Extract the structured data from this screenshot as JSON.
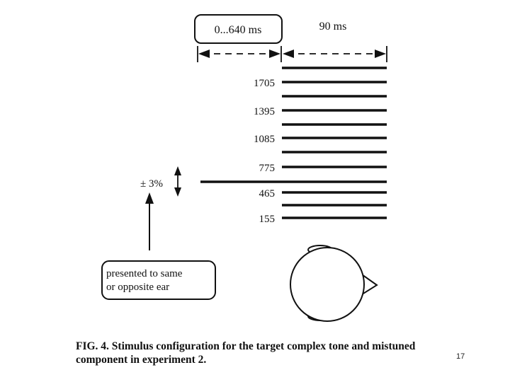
{
  "diagram": {
    "onset_range_label": "0...640 ms",
    "duration_label": "90 ms",
    "mistuning_label": "± 3%",
    "presentation_box_lines": [
      "presented to same",
      "or opposite ear"
    ],
    "harmonic_labels": [
      "1705",
      "1395",
      "1085",
      "775",
      "465",
      "155"
    ]
  },
  "caption": {
    "text": "FIG. 4. Stimulus configuration for the target complex tone and mistuned component in experiment 2."
  },
  "footer": {
    "page_number": "17"
  },
  "colors": {
    "ink": "#111111",
    "background": "#ffffff"
  }
}
